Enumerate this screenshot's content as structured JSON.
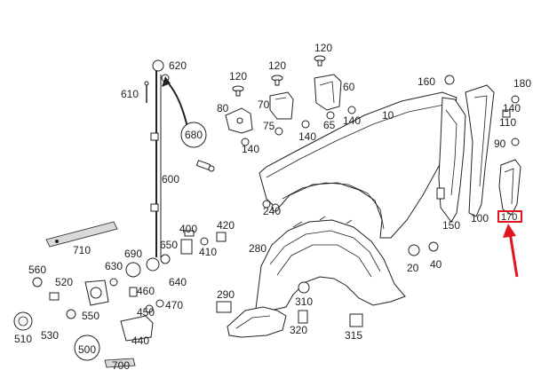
{
  "highlight_color": "#e0161e",
  "callouts": {
    "c10": "10",
    "c20": "20",
    "c40": "40",
    "c60": "60",
    "c65": "65",
    "c70": "70",
    "c75": "75",
    "c80": "80",
    "c90": "90",
    "c100": "100",
    "c110": "110",
    "c120a": "120",
    "c120b": "120",
    "c120c": "120",
    "c140a": "140",
    "c140b": "140",
    "c140c": "140",
    "c140d": "140",
    "c150": "150",
    "c160": "160",
    "c170": "170",
    "c180": "180",
    "c240": "240",
    "c280": "280",
    "c290": "290",
    "c310": "310",
    "c315": "315",
    "c320": "320",
    "c400": "400",
    "c410": "410",
    "c420": "420",
    "c440": "440",
    "c450": "450",
    "c460": "460",
    "c470": "470",
    "c500": "500",
    "c510": "510",
    "c520": "520",
    "c530": "530",
    "c550": "550",
    "c560": "560",
    "c600": "600",
    "c610": "610",
    "c620": "620",
    "c630": "630",
    "c640": "640",
    "c650": "650",
    "c680": "680",
    "c690": "690",
    "c700": "700",
    "c710": "710"
  }
}
